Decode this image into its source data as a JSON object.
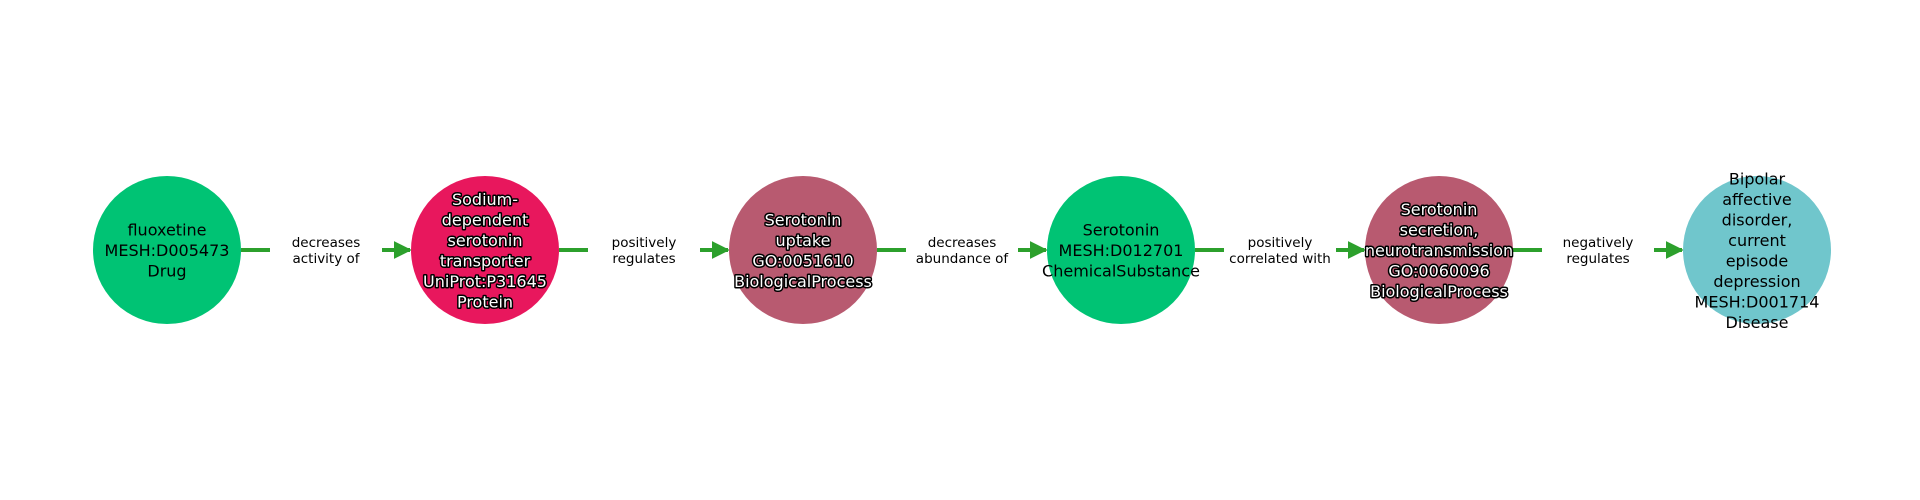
{
  "title": "Knowledge graph path: fluoxetine to Bipolar affective disorder",
  "colors": {
    "edge": "#2ca02c",
    "background": "#ffffff"
  },
  "nodes": [
    {
      "id": "n0",
      "lines": [
        "fluoxetine",
        "MESH:D005473",
        "Drug"
      ],
      "name": "fluoxetine",
      "curie": "MESH:D005473",
      "category": "Drug",
      "color": "#00c374",
      "text_style": "dark"
    },
    {
      "id": "n1",
      "lines": [
        "Sodium-",
        "dependent",
        "serotonin",
        "transporter",
        "UniProt:P31645",
        "Protein"
      ],
      "name": "Sodium-dependent serotonin transporter",
      "curie": "UniProt:P31645",
      "category": "Protein",
      "color": "#e8175d",
      "text_style": "light"
    },
    {
      "id": "n2",
      "lines": [
        "Serotonin",
        "uptake",
        "GO:0051610",
        "BiologicalProcess"
      ],
      "name": "Serotonin uptake",
      "curie": "GO:0051610",
      "category": "BiologicalProcess",
      "color": "#b85a70",
      "text_style": "light"
    },
    {
      "id": "n3",
      "lines": [
        "Serotonin",
        "MESH:D012701",
        "ChemicalSubstance"
      ],
      "name": "Serotonin",
      "curie": "MESH:D012701",
      "category": "ChemicalSubstance",
      "color": "#00c374",
      "text_style": "dark"
    },
    {
      "id": "n4",
      "lines": [
        "Serotonin",
        "secretion,",
        "neurotransmission",
        "GO:0060096",
        "BiologicalProcess"
      ],
      "name": "Serotonin secretion, neurotransmission",
      "curie": "GO:0060096",
      "category": "BiologicalProcess",
      "color": "#b85a70",
      "text_style": "light"
    },
    {
      "id": "n5",
      "lines": [
        "Bipolar",
        "affective",
        "disorder,",
        "current",
        "episode",
        "depression",
        "MESH:D001714",
        "Disease"
      ],
      "name": "Bipolar affective disorder, current episode depression",
      "curie": "MESH:D001714",
      "category": "Disease",
      "color": "#70c6cc",
      "text_style": "dark"
    }
  ],
  "edges": [
    {
      "source": "n0",
      "target": "n1",
      "lines": [
        "decreases",
        "activity of"
      ]
    },
    {
      "source": "n1",
      "target": "n2",
      "lines": [
        "positively",
        "regulates"
      ]
    },
    {
      "source": "n2",
      "target": "n3",
      "lines": [
        "decreases",
        "abundance of"
      ]
    },
    {
      "source": "n3",
      "target": "n4",
      "lines": [
        "positively",
        "correlated with"
      ]
    },
    {
      "source": "n4",
      "target": "n5",
      "lines": [
        "negatively",
        "regulates"
      ]
    }
  ]
}
